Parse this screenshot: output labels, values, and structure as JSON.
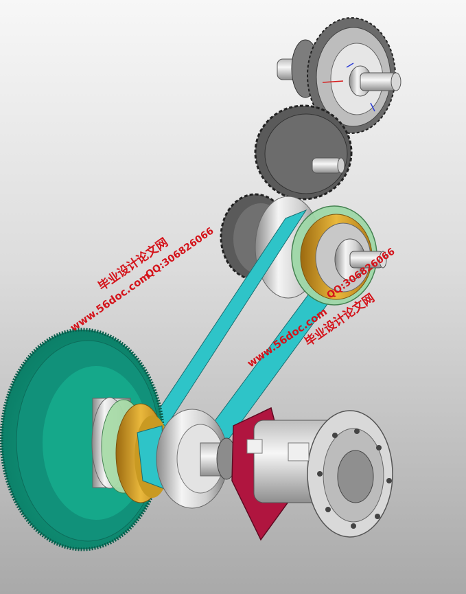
{
  "watermarks": {
    "site_cn": "毕业设计论文网",
    "url": "www.56doc.com",
    "qq": "QQ:306826066"
  },
  "colors": {
    "belt": "#2ec4c8",
    "flywheel": "#109a7c",
    "pulley_ring": "#9fd8a8",
    "hub_gold": "#d9a327",
    "motor_flange": "#b0153f",
    "gear_dark": "#5e5e5e",
    "gear_light": "#c8c8c8",
    "watermark": "#d4141b"
  }
}
